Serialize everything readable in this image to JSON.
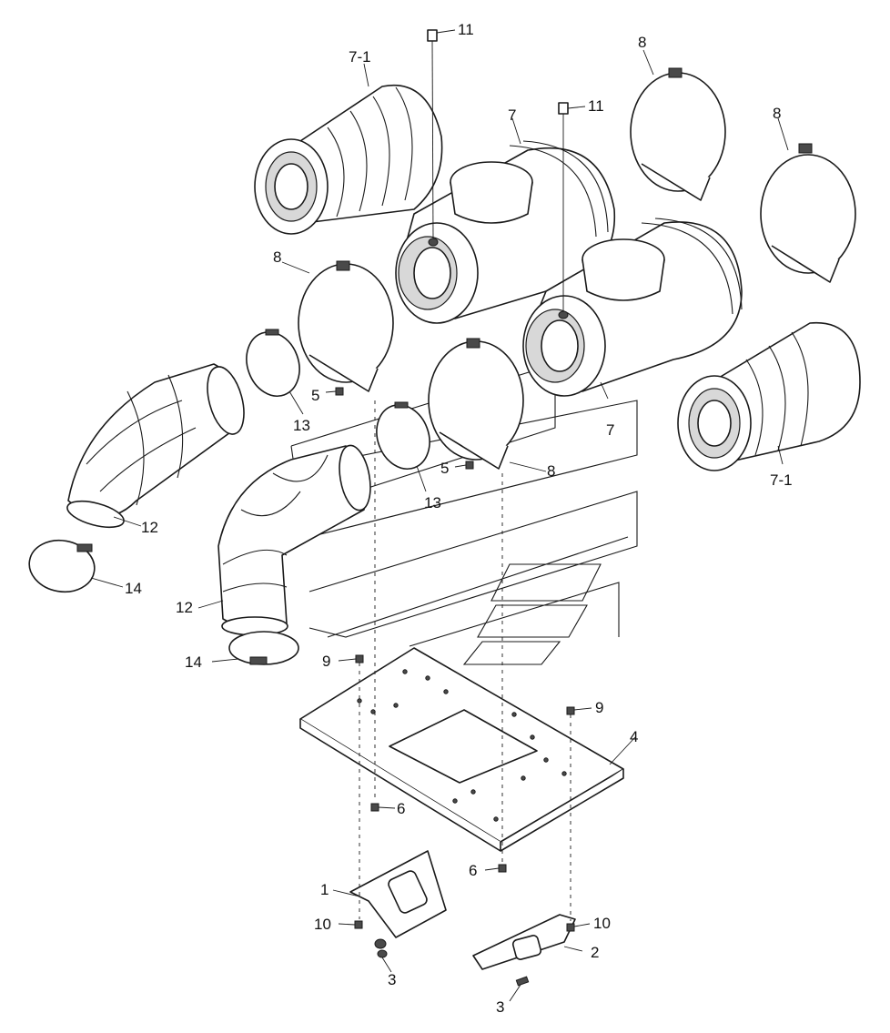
{
  "diagram": {
    "type": "exploded-parts-drawing",
    "labels": [
      {
        "id": "c1",
        "text": "11",
        "part": "cap"
      },
      {
        "id": "c2",
        "text": "7-1",
        "part": "filter-element"
      },
      {
        "id": "c3",
        "text": "8",
        "part": "mounting-band"
      },
      {
        "id": "c4",
        "text": "7",
        "part": "air-cleaner-housing"
      },
      {
        "id": "c5",
        "text": "11",
        "part": "cap"
      },
      {
        "id": "c6",
        "text": "8",
        "part": "mounting-band"
      },
      {
        "id": "c7",
        "text": "8",
        "part": "mounting-band"
      },
      {
        "id": "c8",
        "text": "5",
        "part": "bolt"
      },
      {
        "id": "c9",
        "text": "13",
        "part": "hose-clamp"
      },
      {
        "id": "c10",
        "text": "7",
        "part": "air-cleaner-housing"
      },
      {
        "id": "c11",
        "text": "5",
        "part": "bolt"
      },
      {
        "id": "c12",
        "text": "8",
        "part": "mounting-band"
      },
      {
        "id": "c13",
        "text": "7-1",
        "part": "filter-element"
      },
      {
        "id": "c14",
        "text": "13",
        "part": "hose-clamp"
      },
      {
        "id": "c15",
        "text": "12",
        "part": "intake-hose"
      },
      {
        "id": "c16",
        "text": "14",
        "part": "hose-clamp"
      },
      {
        "id": "c17",
        "text": "12",
        "part": "intake-hose"
      },
      {
        "id": "c18",
        "text": "14",
        "part": "hose-clamp"
      },
      {
        "id": "c19",
        "text": "9",
        "part": "bolt"
      },
      {
        "id": "c20",
        "text": "9",
        "part": "bolt"
      },
      {
        "id": "c21",
        "text": "4",
        "part": "mounting-plate"
      },
      {
        "id": "c22",
        "text": "6",
        "part": "nut"
      },
      {
        "id": "c23",
        "text": "6",
        "part": "nut"
      },
      {
        "id": "c24",
        "text": "1",
        "part": "bracket"
      },
      {
        "id": "c25",
        "text": "10",
        "part": "nut"
      },
      {
        "id": "c26",
        "text": "10",
        "part": "nut"
      },
      {
        "id": "c27",
        "text": "2",
        "part": "bracket"
      },
      {
        "id": "c28",
        "text": "3",
        "part": "bolt"
      },
      {
        "id": "c29",
        "text": "3",
        "part": "bolt"
      }
    ]
  }
}
